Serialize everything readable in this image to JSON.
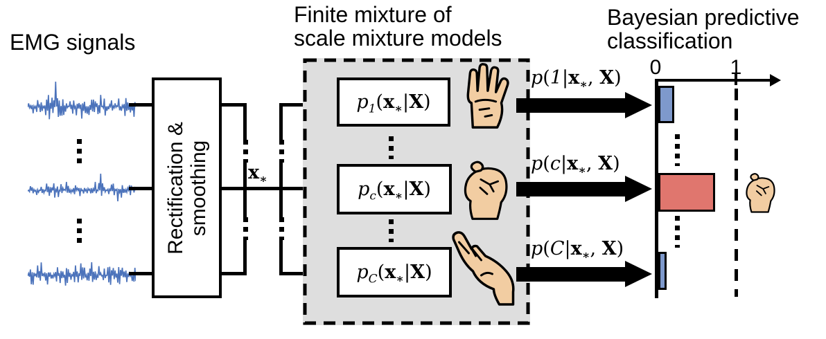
{
  "titles": {
    "emg": "EMG signals",
    "mixture_line1": "Finite mixture of",
    "mixture_line2": "scale mixture models",
    "bayes_line1": "Bayesian predictive",
    "bayes_line2": "classification"
  },
  "preprocess_box": {
    "line1": "Rectification &",
    "line2": "smoothing"
  },
  "feature_label": {
    "x": "x",
    "sub": "∗"
  },
  "math": {
    "p": "p",
    "lparen": "(",
    "x": "x",
    "star": "∗",
    "pipe": "|",
    "X": "X",
    "rparen": ")",
    "comma": ", "
  },
  "models": [
    {
      "sub": "1"
    },
    {
      "sub": "c"
    },
    {
      "sub": "C"
    }
  ],
  "posteriors": [
    {
      "class_id": "1"
    },
    {
      "class_id": "c"
    },
    {
      "class_id": "C"
    }
  ],
  "hands": {
    "model_1": "open-hand",
    "model_c": "fist",
    "model_C": "bent-hand",
    "predicted": "fist"
  },
  "axis": {
    "min_label": "0",
    "max_label": "1"
  },
  "chart_data": {
    "type": "bar",
    "orientation": "horizontal",
    "categories": [
      "class 1",
      "class c",
      "class C"
    ],
    "values": [
      0.2,
      0.71,
      0.1
    ],
    "xlim": [
      0,
      1
    ],
    "xticks": [
      "0",
      "1"
    ],
    "bar_colors": [
      "#7E99CC",
      "#E0766E",
      "#7E99CC"
    ],
    "highlight_index": 1,
    "gridline_at": 1,
    "title": "Bayesian predictive classification"
  },
  "colors": {
    "wave_blue": "#4C73BB",
    "bar_blue": "#7E99CC",
    "bar_red": "#E0766E",
    "panel_gray": "#DEDEDE",
    "skin": "#F2CDA2",
    "ink": "#000000"
  }
}
